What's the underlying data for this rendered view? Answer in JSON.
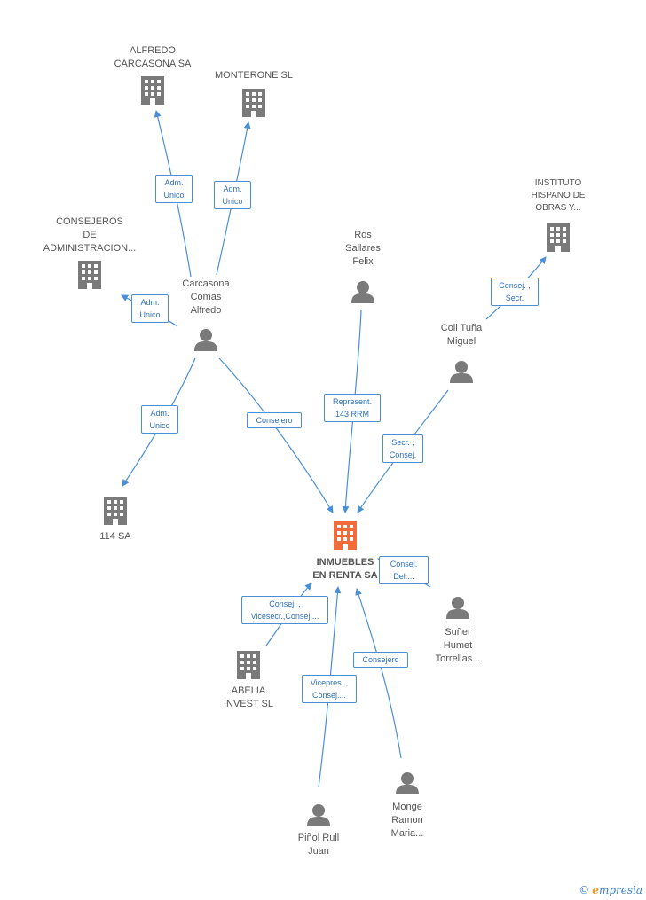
{
  "colors": {
    "edge": "#4a8fd6",
    "node": "#7a7a7a",
    "main": "#f26b3a",
    "label_text": "#555555"
  },
  "nodes": [
    {
      "id": "main",
      "type": "company",
      "label": "INMUEBLES\nEN RENTA SA",
      "main": true
    },
    {
      "id": "alfredo_sa",
      "type": "company",
      "label": "ALFREDO\nCARCASONA SA"
    },
    {
      "id": "monterone",
      "type": "company",
      "label": "MONTERONE SL"
    },
    {
      "id": "consejeros",
      "type": "company",
      "label": "CONSEJEROS\nDE\nADMINISTRACION..."
    },
    {
      "id": "instituto",
      "type": "company",
      "label": "INSTITUTO\nHISPANO DE\nOBRAS Y..."
    },
    {
      "id": "sa114",
      "type": "company",
      "label": "114 SA"
    },
    {
      "id": "abelia",
      "type": "company",
      "label": "ABELIA\nINVEST  SL"
    },
    {
      "id": "carcasona",
      "type": "person",
      "label": "Carcasona\nComas\nAlfredo"
    },
    {
      "id": "ros",
      "type": "person",
      "label": "Ros\nSallares\nFelix"
    },
    {
      "id": "coll",
      "type": "person",
      "label": "Coll Tuña\nMiguel"
    },
    {
      "id": "suner",
      "type": "person",
      "label": "Suñer\nHumet\nTorrellas..."
    },
    {
      "id": "pinol",
      "type": "person",
      "label": "Piñol Rull\nJuan"
    },
    {
      "id": "monge",
      "type": "person",
      "label": "Monge\nRamon\nMaria..."
    }
  ],
  "edges": [
    {
      "id": "e1",
      "label": "Adm.\nUnico"
    },
    {
      "id": "e2",
      "label": "Adm.\nUnico"
    },
    {
      "id": "e3",
      "label": "Adm.\nUnico"
    },
    {
      "id": "e4",
      "label": "Adm.\nUnico"
    },
    {
      "id": "e5",
      "label": "Consejero"
    },
    {
      "id": "e6",
      "label": "Represent.\n143 RRM"
    },
    {
      "id": "e7",
      "label": "Consej. ,\nSecr."
    },
    {
      "id": "e8",
      "label": "Secr. ,\nConsej."
    },
    {
      "id": "e9",
      "label": "Consej.\nDel...."
    },
    {
      "id": "e10",
      "label": "Consej. ,\nVicesecr.,Consej...."
    },
    {
      "id": "e11",
      "label": "Vicepres. ,\nConsej...."
    },
    {
      "id": "e12",
      "label": "Consejero"
    }
  ],
  "brand": {
    "symbol": "©",
    "initial": "e",
    "name": "mpresia"
  }
}
